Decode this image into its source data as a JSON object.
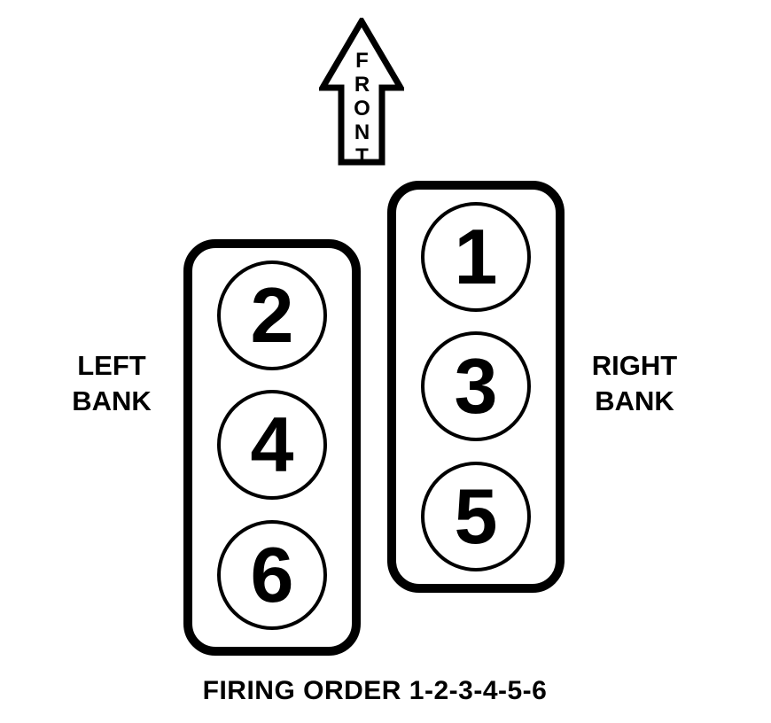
{
  "diagram": {
    "front_arrow": {
      "label": "FRONT"
    },
    "left_bank": {
      "label_line1": "LEFT",
      "label_line2": "BANK",
      "cylinders": [
        "2",
        "4",
        "6"
      ]
    },
    "right_bank": {
      "label_line1": "RIGHT",
      "label_line2": "BANK",
      "cylinders": [
        "1",
        "3",
        "5"
      ]
    },
    "caption": "FIRING ORDER 1-2-3-4-5-6",
    "colors": {
      "ink": "#000000",
      "background": "#ffffff"
    }
  }
}
